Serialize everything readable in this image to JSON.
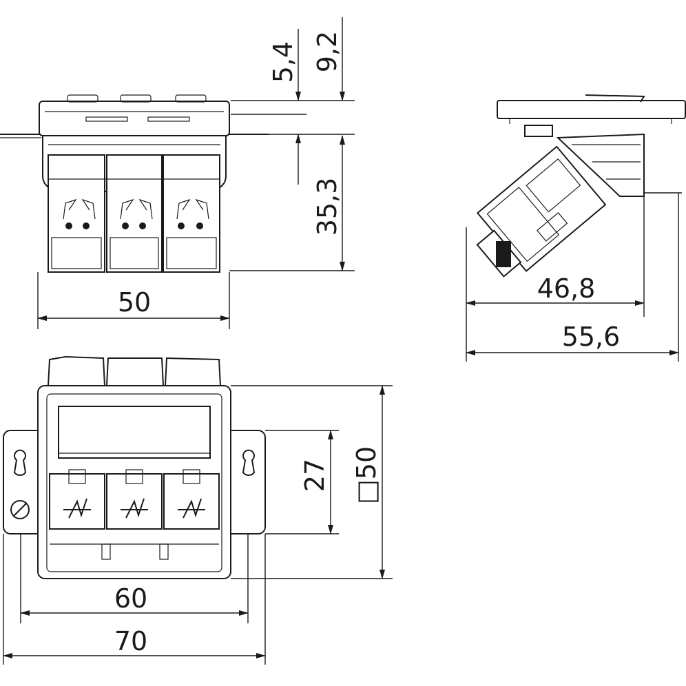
{
  "dimensions": {
    "front_width": "50",
    "top_offset_small": "5,4",
    "top_offset_large": "9,2",
    "depth": "35,3",
    "side_depth_inner": "46,8",
    "side_depth_outer": "55,6",
    "module_height": "27",
    "frame_square": "□50",
    "mount_hole_spacing": "60",
    "plate_width": "70"
  }
}
